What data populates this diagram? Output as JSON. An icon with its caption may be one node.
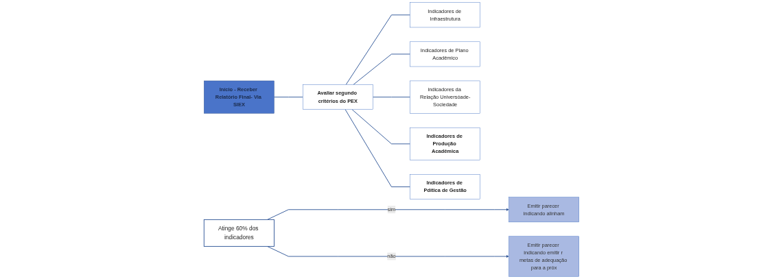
{
  "diagram": {
    "nodes": [
      {
        "text": [
          "Início - Receber Relatório Final- Via SIEX"
        ]
      },
      {
        "text": [
          "Avaliar segundo critérios do PEX"
        ]
      },
      {
        "text": [
          "Indicadores de Pdítica de Gestão"
        ]
      },
      {
        "text": [
          "Indicadores de Produção Acadêmica"
        ]
      },
      {
        "text": [
          "indicadores da Relação Universóade-Sociedade"
        ]
      },
      {
        "text": [
          "Indicadores de Plano Acadêmico"
        ]
      },
      {
        "text": [
          "Indicadores de Infraestrutura"
        ]
      },
      {
        "text": [
          "Atinge 60% dos indicadores"
        ]
      },
      {
        "text": [
          "Emitir parecer indicando alinham"
        ]
      },
      {
        "text": [
          "Emitir parecer indicando emitir r metas de adequação para a próx"
        ]
      }
    ],
    "edges": [
      {
        "from": 0,
        "to": 1,
        "arrow": "none"
      },
      {
        "from": 1,
        "to": 2,
        "arrow": "none"
      },
      {
        "from": 1,
        "to": 3,
        "arrow": "none"
      },
      {
        "from": 1,
        "to": 4,
        "arrow": "none"
      },
      {
        "from": 1,
        "to": 5,
        "arrow": "none"
      },
      {
        "from": 1,
        "to": 6,
        "arrow": "none"
      },
      {
        "from": 7,
        "to": 8,
        "label": "sim",
        "arrow": "to"
      },
      {
        "from": 7,
        "to": 9,
        "label": "não",
        "arrow": "to"
      }
    ]
  }
}
